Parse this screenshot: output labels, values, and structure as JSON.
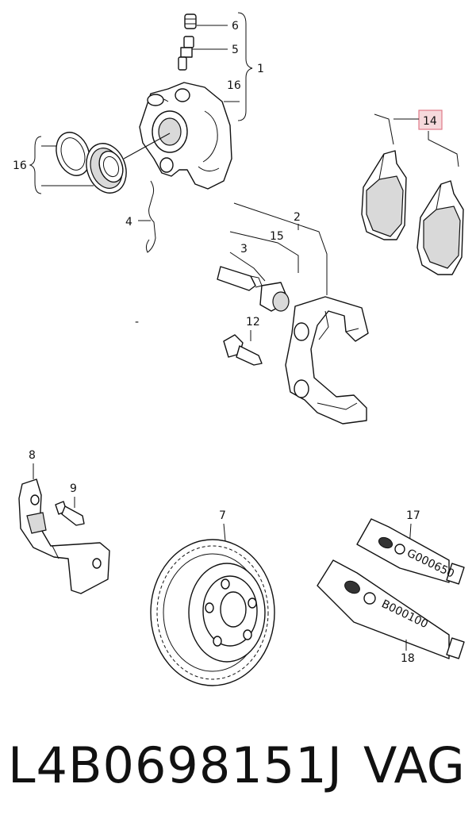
{
  "callouts": {
    "c6": "6",
    "c5": "5",
    "c1": "1",
    "c16a": "16",
    "c16b": "16",
    "c4": "4",
    "c2": "2",
    "c15": "15",
    "c3": "3",
    "c12": "12",
    "c14": "14",
    "c8": "8",
    "c9": "9",
    "c7": "7",
    "c17": "17",
    "c18": "18"
  },
  "tube_labels": {
    "g_code": "G000650",
    "b_code": "B000100"
  },
  "highlight_color": "#f6d9dc",
  "footer": {
    "part_number": "L4B0698151J",
    "brand": "VAG"
  }
}
